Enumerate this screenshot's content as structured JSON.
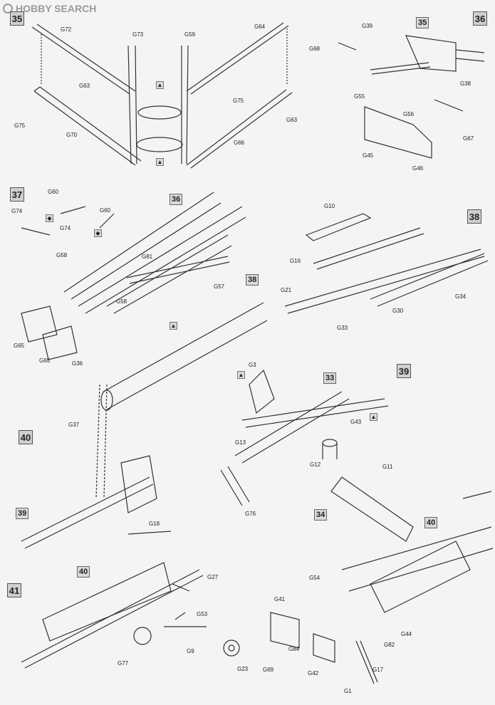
{
  "watermark": {
    "text": "HOBBY SEARCH"
  },
  "steps": [
    "35",
    "36",
    "37",
    "38",
    "39",
    "40",
    "41"
  ],
  "refs": {
    "s36_35": "35",
    "s37_36": "36",
    "s37_38": "38",
    "s39_33": "33",
    "s40_39": "39",
    "s41_40a": "40",
    "s41_34": "34",
    "s41_40b": "40"
  },
  "labels": {
    "G72": "G72",
    "G73": "G73",
    "G59": "G59",
    "G64": "G64",
    "G63a": "G63",
    "G75a": "G75",
    "G70": "G70",
    "G75b": "G75",
    "G66": "G66",
    "G63b": "G63",
    "G68": "G68",
    "G39": "G39",
    "G55": "G55",
    "G56": "G56",
    "G38": "G38",
    "G67": "G67",
    "G45": "G45",
    "G46": "G46",
    "G60a": "G60",
    "G60b": "G60",
    "G74a": "G74",
    "G74b": "G74",
    "G58a": "G58",
    "G81": "G81",
    "G57": "G57",
    "G58b": "G58",
    "G65a": "G65",
    "G65b": "G65",
    "G10": "G10",
    "G16": "G16",
    "G21": "G21",
    "G30": "G30",
    "G34": "G34",
    "G33": "G33",
    "G36": "G36",
    "G37": "G37",
    "G3": "G3",
    "G43": "G43",
    "G13": "G13",
    "G12": "G12",
    "G11": "G11",
    "G76": "G76",
    "G18": "G18",
    "G27": "G27",
    "G53": "G53",
    "G77": "G77",
    "G9": "G9",
    "G23": "G23",
    "G54": "G54",
    "G41": "G41",
    "G84": "G84",
    "G69": "G69",
    "G42": "G42",
    "G44": "G44",
    "G82": "G82",
    "G17": "G17",
    "G1": "G1"
  },
  "icons": {
    "glue": "glue-icon",
    "cement": "cement-icon"
  }
}
